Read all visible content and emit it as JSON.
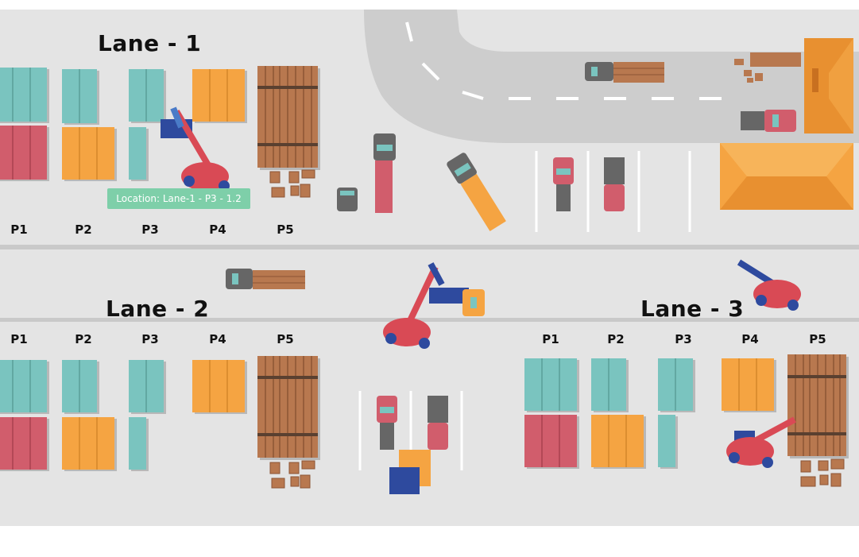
{
  "colors": {
    "teal": "#7ac4bf",
    "red": "#d15d6c",
    "orange": "#f5a442",
    "wood": "#b8784f",
    "road": "#cdcdcd",
    "ground": "#e4e4e4",
    "tooltip": "#7ecfa9",
    "building": "#f5a442"
  },
  "lanes": [
    {
      "title": "Lane - 1",
      "positions": [
        "P1",
        "P2",
        "P3",
        "P4",
        "P5"
      ]
    },
    {
      "title": "Lane - 2",
      "positions": [
        "P1",
        "P2",
        "P3",
        "P4",
        "P5"
      ]
    },
    {
      "title": "Lane - 3",
      "positions": [
        "P1",
        "P2",
        "P3",
        "P4",
        "P5"
      ]
    }
  ],
  "tooltip": {
    "text": "Location: Lane-1 - P3 - 1.2"
  },
  "icons": [
    "reach-stacker-icon",
    "truck-icon",
    "container-icon",
    "warehouse-icon",
    "crate-icon"
  ]
}
